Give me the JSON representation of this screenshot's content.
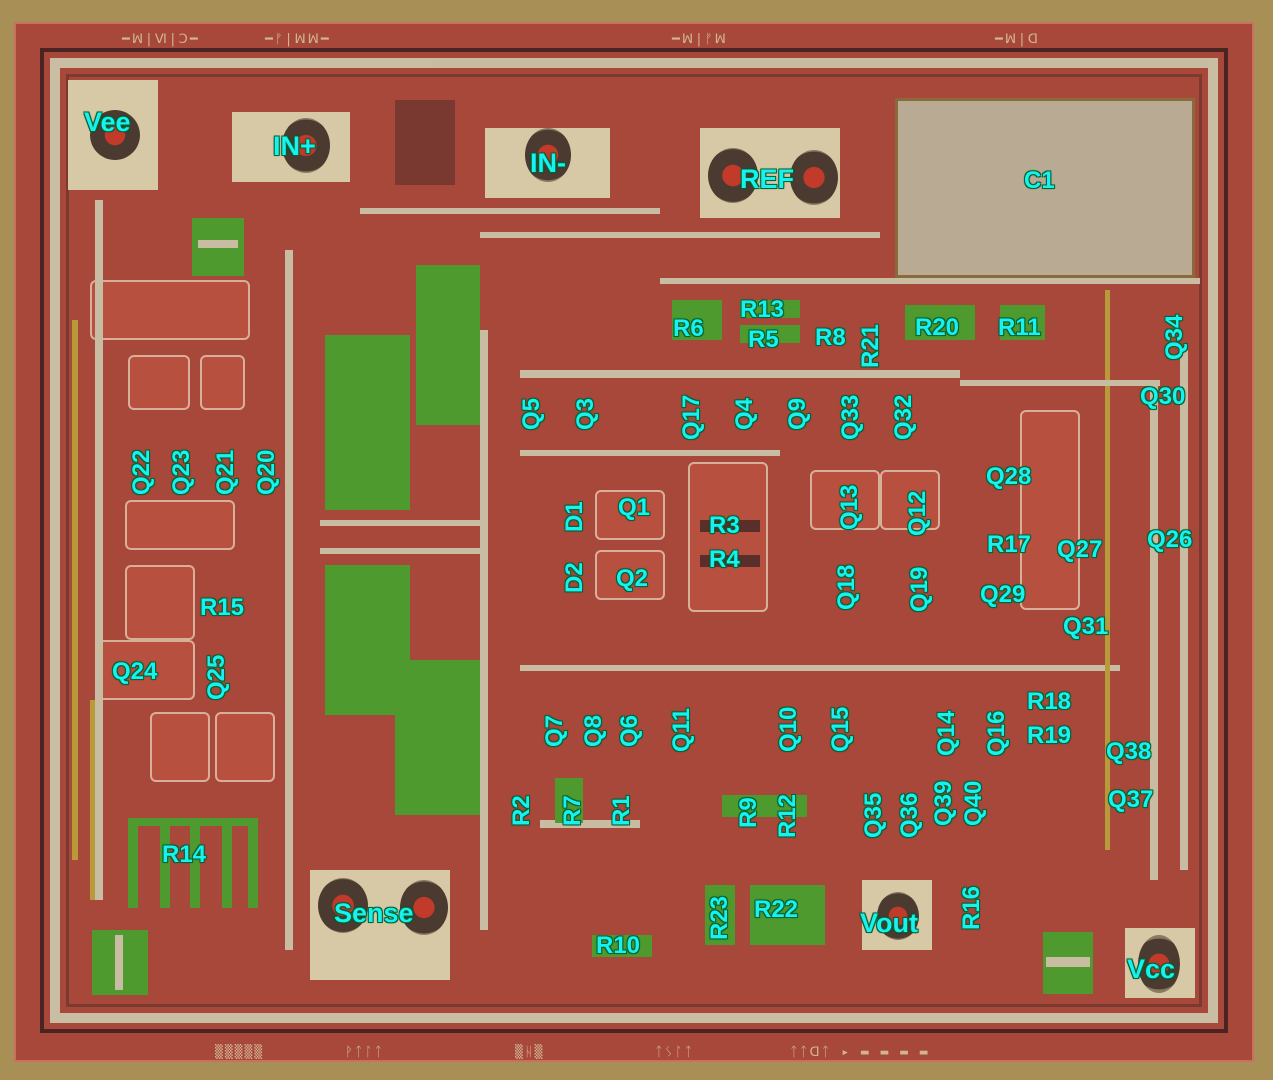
{
  "image": {
    "type": "labeled integrated circuit die photograph",
    "colors": {
      "label": "#19f0f0",
      "substrate_red": "#a8483a",
      "metal": "#c8bda3",
      "resistor_green": "#4f9a2f",
      "frame_gold": "#a88f55"
    }
  },
  "pads": {
    "vee": "Vee",
    "in_plus": "IN+",
    "in_minus": "IN-",
    "ref": "REF",
    "sense": "Sense",
    "vout": "Vout",
    "vcc": "Vcc"
  },
  "capacitors": {
    "c1": "C1"
  },
  "diodes": {
    "d1": "D1",
    "d2": "D2"
  },
  "transistors": {
    "q1": "Q1",
    "q2": "Q2",
    "q3": "Q3",
    "q4": "Q4",
    "q5": "Q5",
    "q6": "Q6",
    "q7": "Q7",
    "q8": "Q8",
    "q9": "Q9",
    "q10": "Q10",
    "q11": "Q11",
    "q12": "Q12",
    "q13": "Q13",
    "q14": "Q14",
    "q15": "Q15",
    "q16": "Q16",
    "q17": "Q17",
    "q18": "Q18",
    "q19": "Q19",
    "q20": "Q20",
    "q21": "Q21",
    "q22": "Q22",
    "q23": "Q23",
    "q24": "Q24",
    "q25": "Q25",
    "q26": "Q26",
    "q27": "Q27",
    "q28": "Q28",
    "q29": "Q29",
    "q30": "Q30",
    "q31": "Q31",
    "q32": "Q32",
    "q33": "Q33",
    "q34": "Q34",
    "q35": "Q35",
    "q36": "Q36",
    "q37": "Q37",
    "q38": "Q38",
    "q39": "Q39",
    "q40": "Q40"
  },
  "resistors": {
    "r1": "R1",
    "r2": "R2",
    "r3": "R3",
    "r4": "R4",
    "r5": "R5",
    "r6": "R6",
    "r7": "R7",
    "r8": "R8",
    "r9": "R9",
    "r10": "R10",
    "r11": "R11",
    "r12": "R12",
    "r13": "R13",
    "r14": "R14",
    "r15": "R15",
    "r16": "R16",
    "r17": "R17",
    "r18": "R18",
    "r19": "R19",
    "r20": "R20",
    "r21": "R21",
    "r22": "R22",
    "r23": "R23"
  }
}
